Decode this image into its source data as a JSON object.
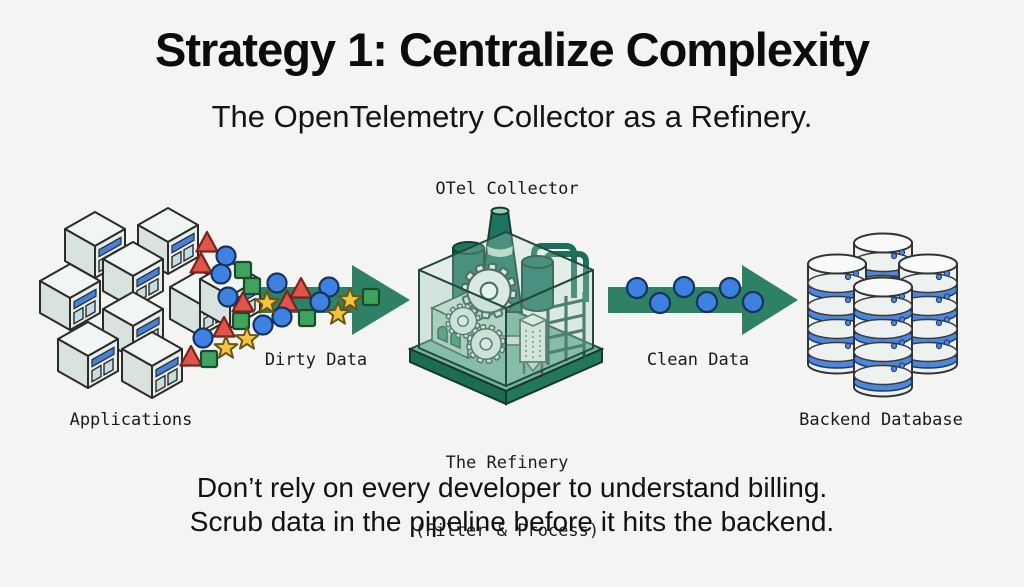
{
  "slide": {
    "title": "Strategy 1: Centralize Complexity",
    "subtitle": "The OpenTelemetry Collector as a Refinery.",
    "caption_line1": "Don’t rely on every developer to understand billing.",
    "caption_line2": "Scrub data in the pipeline before it hits the backend."
  },
  "diagram": {
    "labels": {
      "collector": "OTel Collector",
      "applications": "Applications",
      "dirty_data": "Dirty Data",
      "clean_data": "Clean Data",
      "refinery_line1": "The Refinery",
      "refinery_line2": "(Filter & Process)",
      "backend": "Backend Database"
    },
    "colors": {
      "background": "#F4F4F2",
      "arrow_green": "#2E8164",
      "data_blue": "#3D82E0",
      "data_green": "#3FA35E",
      "data_red": "#E25449",
      "data_yellow": "#F4C43E",
      "db_stripe_blue": "#4E86DB",
      "app_stripe_blue": "#4A7FD4",
      "refinery_teal": "#1F7360"
    }
  }
}
